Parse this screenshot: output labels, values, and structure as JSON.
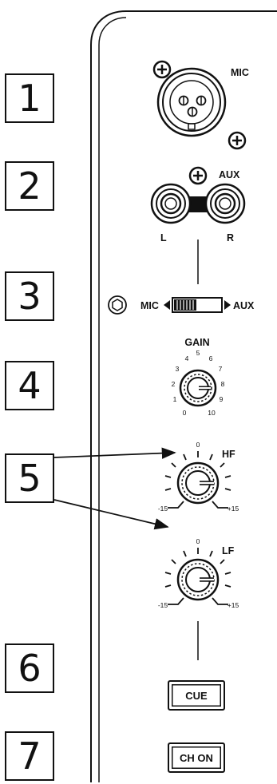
{
  "callouts": [
    "1",
    "2",
    "3",
    "4",
    "5",
    "6",
    "7"
  ],
  "connectors": {
    "mic": "MIC",
    "aux": "AUX",
    "aux_left": "L",
    "aux_right": "R"
  },
  "input_switch": {
    "left_label": "MIC",
    "right_label": "AUX"
  },
  "gain_knob": {
    "label": "GAIN",
    "scale": [
      "0",
      "1",
      "2",
      "3",
      "4",
      "5",
      "6",
      "7",
      "8",
      "9",
      "10"
    ]
  },
  "hf_knob": {
    "label": "HF",
    "center": "0",
    "min": "-15",
    "max": "+15"
  },
  "lf_knob": {
    "label": "LF",
    "center": "0",
    "min": "-15",
    "max": "+15"
  },
  "buttons": {
    "cue": "CUE",
    "ch_on": "CH ON"
  }
}
